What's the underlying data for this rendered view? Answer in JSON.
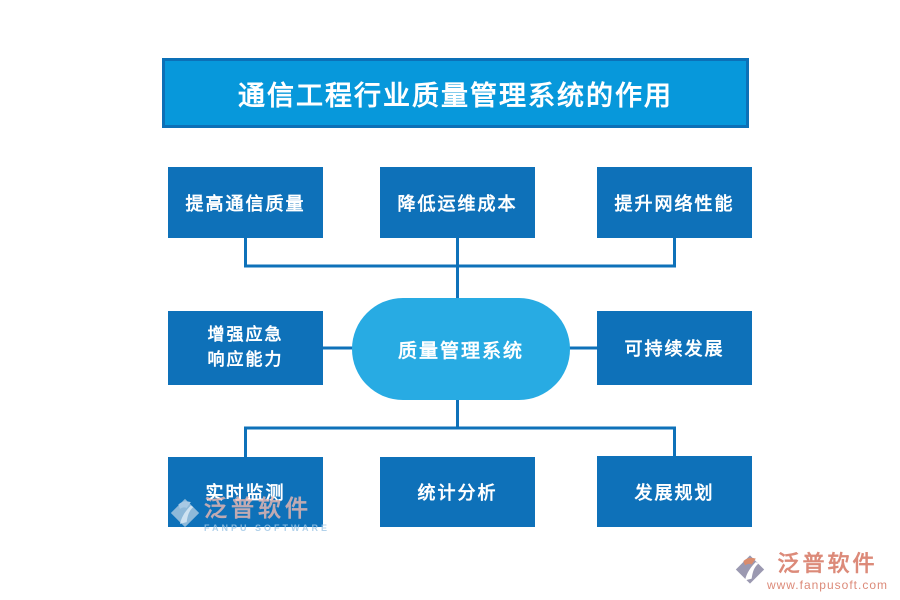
{
  "title": "通信工程行业质量管理系统的作用",
  "center_node": "质量管理系统",
  "nodes": {
    "top": [
      "提高通信质量",
      "降低运维成本",
      "提升网络性能"
    ],
    "left": {
      "line1": "增强应急",
      "line2": "响应能力"
    },
    "right": "可持续发展",
    "bottom": [
      "实时监测",
      "统计分析",
      "发展规划"
    ]
  },
  "watermarks": {
    "inline": {
      "brand": "泛普软件",
      "subtitle": "FANPU SOFTWARE"
    },
    "corner": {
      "brand": "泛普软件",
      "url": "www.fanpusoft.com"
    }
  },
  "colors": {
    "box_blue": "#0E71B9",
    "title_fill": "#0798DB",
    "title_border": "#0C70B7",
    "capsule_blue": "#28ABE3",
    "connector_blue": "#0E71B9",
    "watermark_salmon": "#DC8A79"
  }
}
